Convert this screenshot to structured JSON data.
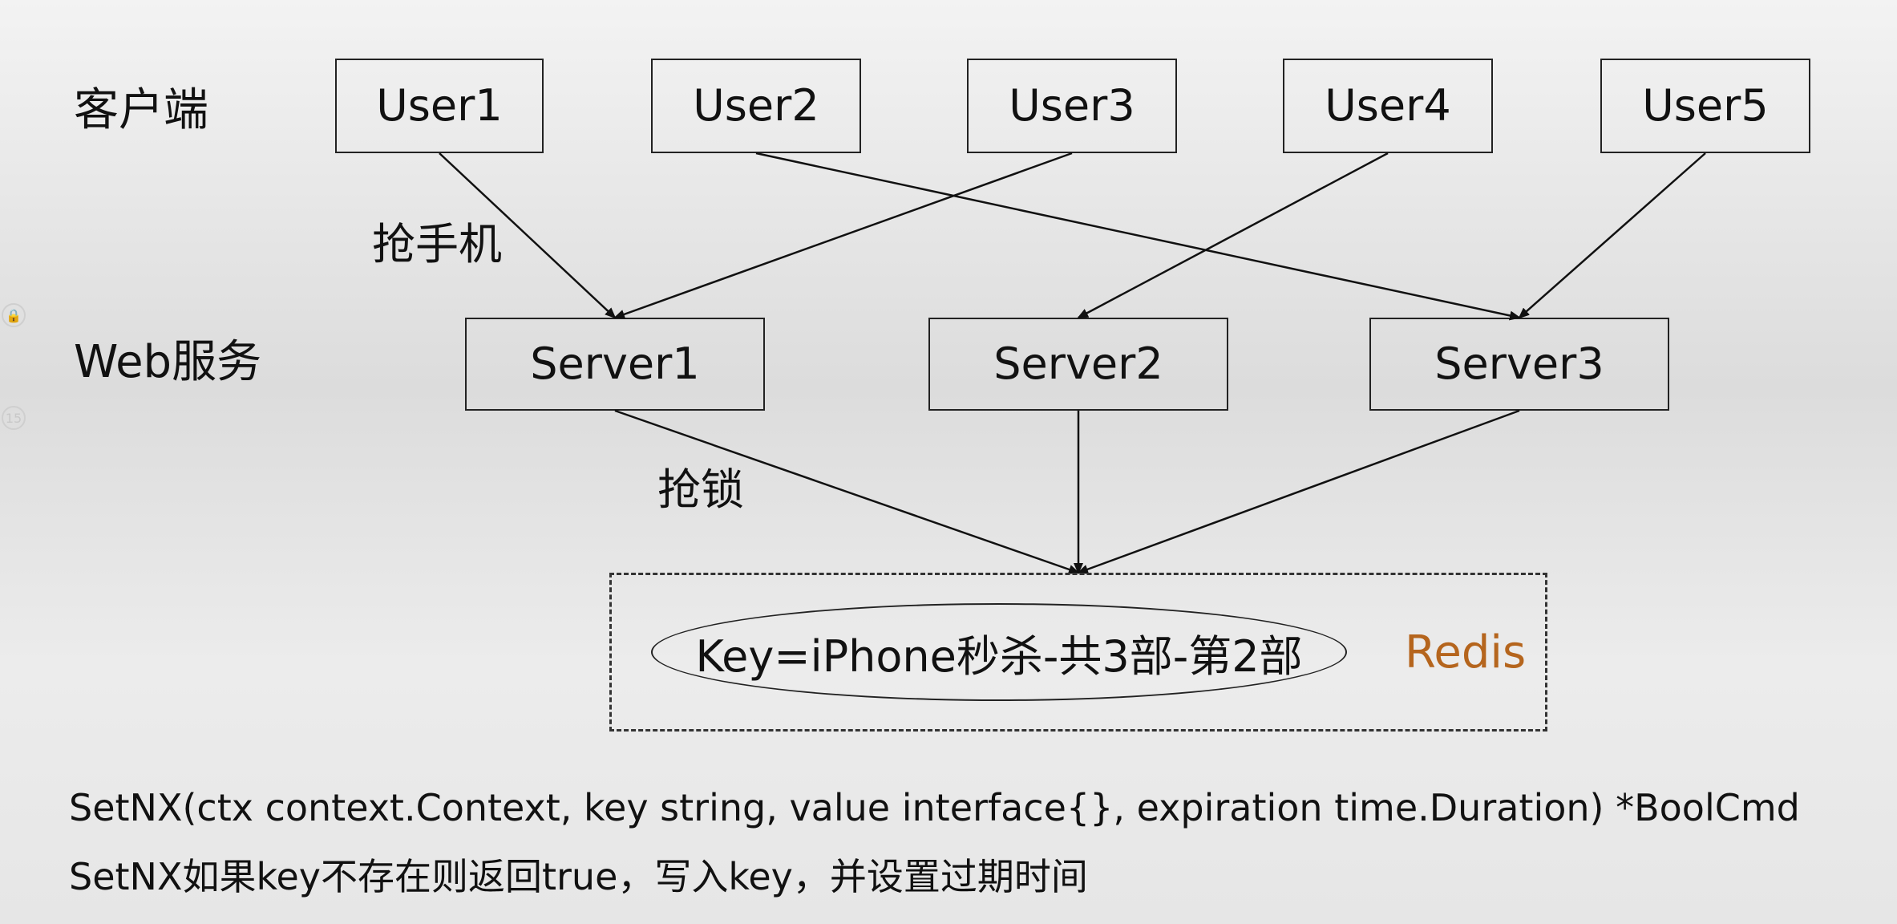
{
  "rows": {
    "client_label": "客户端",
    "web_label": "Web服务"
  },
  "users": [
    "User1",
    "User2",
    "User3",
    "User4",
    "User5"
  ],
  "servers": [
    "Server1",
    "Server2",
    "Server3"
  ],
  "edge_labels": {
    "grab_phone": "抢手机",
    "grab_lock": "抢锁"
  },
  "redis": {
    "key_text": "Key=iPhone秒杀-共3部-第2部",
    "label": "Redis",
    "label_color": "#b5651d"
  },
  "code": {
    "signature": "SetNX(ctx context.Context, key string, value interface{}, expiration time.Duration) *BoolCmd",
    "description": "SetNX如果key不存在则返回true，写入key，并设置过期时间"
  },
  "connections": {
    "user_to_server": [
      {
        "from": "User1",
        "to": "Server1"
      },
      {
        "from": "User3",
        "to": "Server1"
      },
      {
        "from": "User4",
        "to": "Server2"
      },
      {
        "from": "User2",
        "to": "Server3"
      },
      {
        "from": "User5",
        "to": "Server3"
      }
    ],
    "server_to_redis": [
      {
        "from": "Server1",
        "to": "Redis"
      },
      {
        "from": "Server2",
        "to": "Redis"
      },
      {
        "from": "Server3",
        "to": "Redis"
      }
    ]
  },
  "icons": [
    "lock-icon",
    "number-badge-icon"
  ]
}
